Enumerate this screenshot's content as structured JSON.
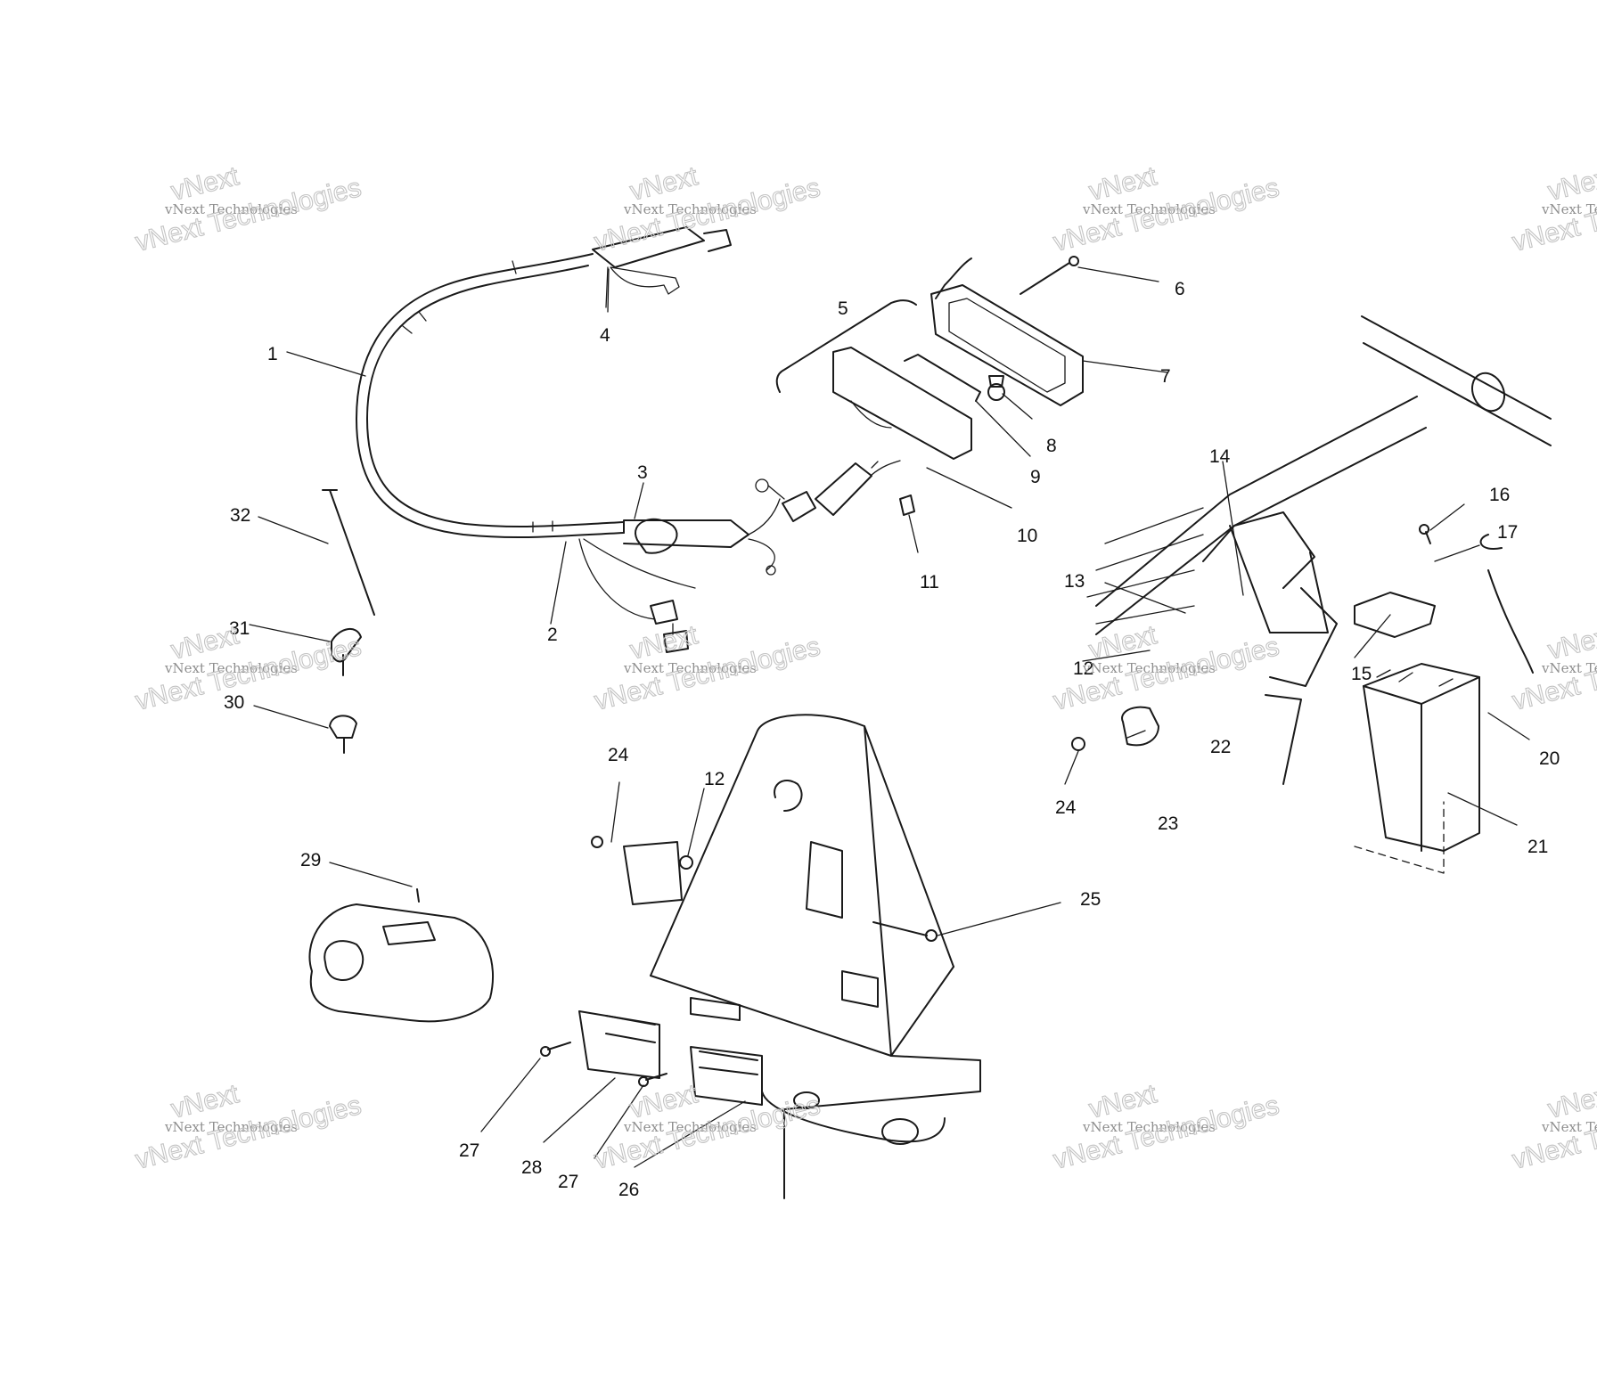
{
  "diagram": {
    "callouts": [
      "1",
      "2",
      "3",
      "4",
      "5",
      "6",
      "7",
      "8",
      "9",
      "10",
      "11",
      "12",
      "12",
      "13",
      "14",
      "15",
      "16",
      "17",
      "20",
      "21",
      "22",
      "23",
      "24",
      "24",
      "25",
      "26",
      "27",
      "27",
      "28",
      "29",
      "30",
      "31",
      "32"
    ]
  },
  "watermark": {
    "line_small": "vNext Technologies",
    "line_big": "vNext Technologies",
    "line_top": "vNext"
  }
}
